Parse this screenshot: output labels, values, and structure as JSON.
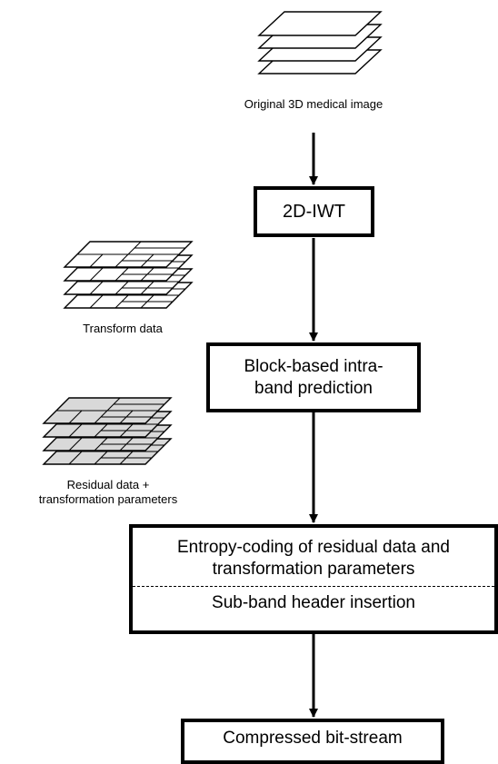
{
  "inputs": {
    "original": "Original 3D medical image",
    "transform": "Transform data",
    "residual_line1": "Residual data +",
    "residual_line2": "transformation parameters"
  },
  "steps": {
    "iwt": "2D-IWT",
    "prediction_line1": "Block-based intra-",
    "prediction_line2": "band prediction",
    "entropy_line1": "Entropy-coding of residual data and",
    "entropy_line2": "transformation parameters",
    "header": "Sub-band header insertion",
    "output": "Compressed bit-stream"
  },
  "colors": {
    "stroke": "#000000",
    "residual_fill": "#d9d9d9",
    "plain_fill": "#ffffff"
  }
}
